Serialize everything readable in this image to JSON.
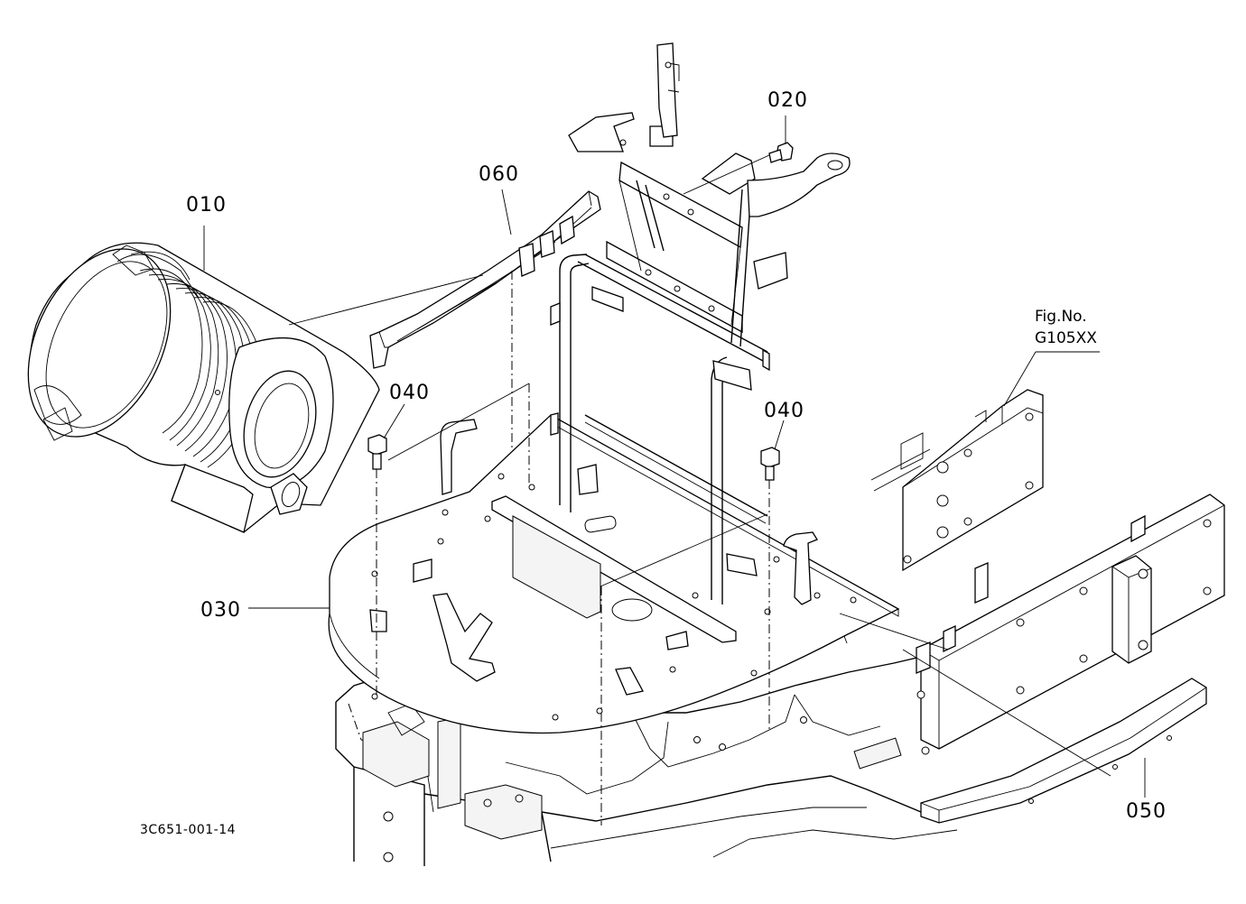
{
  "callouts": {
    "p010": "010",
    "p020": "020",
    "p030": "030",
    "p040a": "040",
    "p040b": "040",
    "p050": "050",
    "p060": "060"
  },
  "fig_ref": {
    "label": "Fig.No.",
    "number": "G105XX"
  },
  "drawing_code": "3C651-001-14",
  "colors": {
    "ink": "#000000",
    "paper": "#ffffff"
  }
}
